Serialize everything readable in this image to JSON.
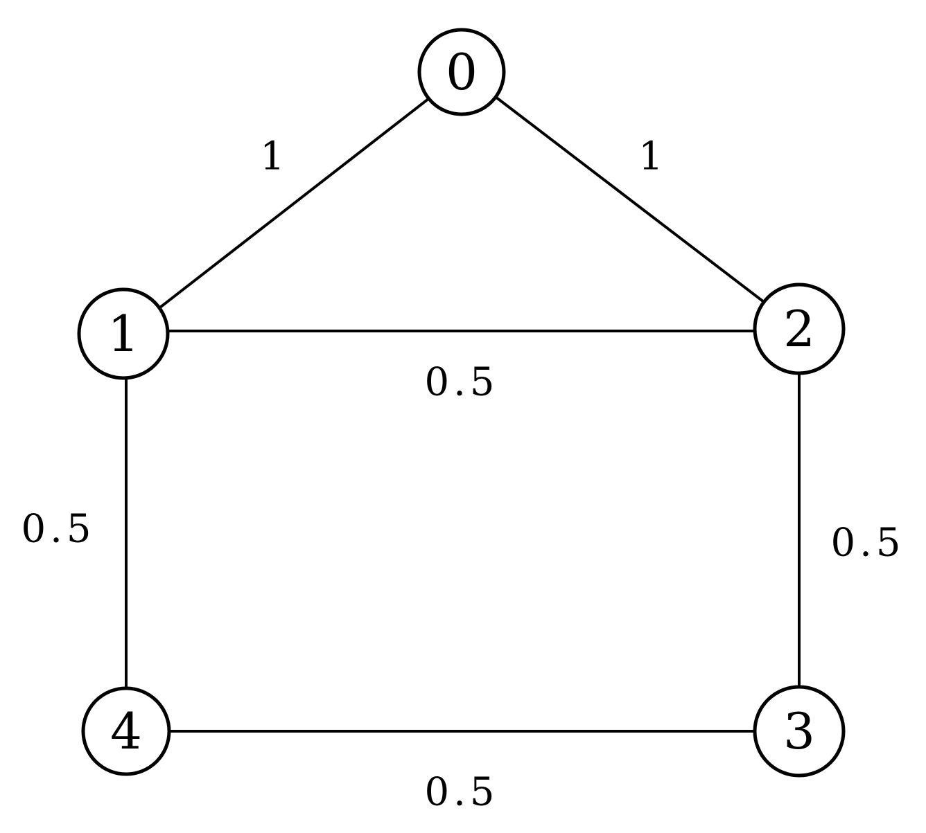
{
  "graph": {
    "nodes": [
      {
        "id": "0",
        "label": "0"
      },
      {
        "id": "1",
        "label": "1"
      },
      {
        "id": "2",
        "label": "2"
      },
      {
        "id": "3",
        "label": "3"
      },
      {
        "id": "4",
        "label": "4"
      }
    ],
    "edges": [
      {
        "source": "0",
        "target": "1",
        "weight": "1"
      },
      {
        "source": "0",
        "target": "2",
        "weight": "1"
      },
      {
        "source": "1",
        "target": "2",
        "weight": "0.5"
      },
      {
        "source": "1",
        "target": "4",
        "weight": "0.5"
      },
      {
        "source": "2",
        "target": "3",
        "weight": "0.5"
      },
      {
        "source": "4",
        "target": "3",
        "weight": "0.5"
      }
    ]
  }
}
